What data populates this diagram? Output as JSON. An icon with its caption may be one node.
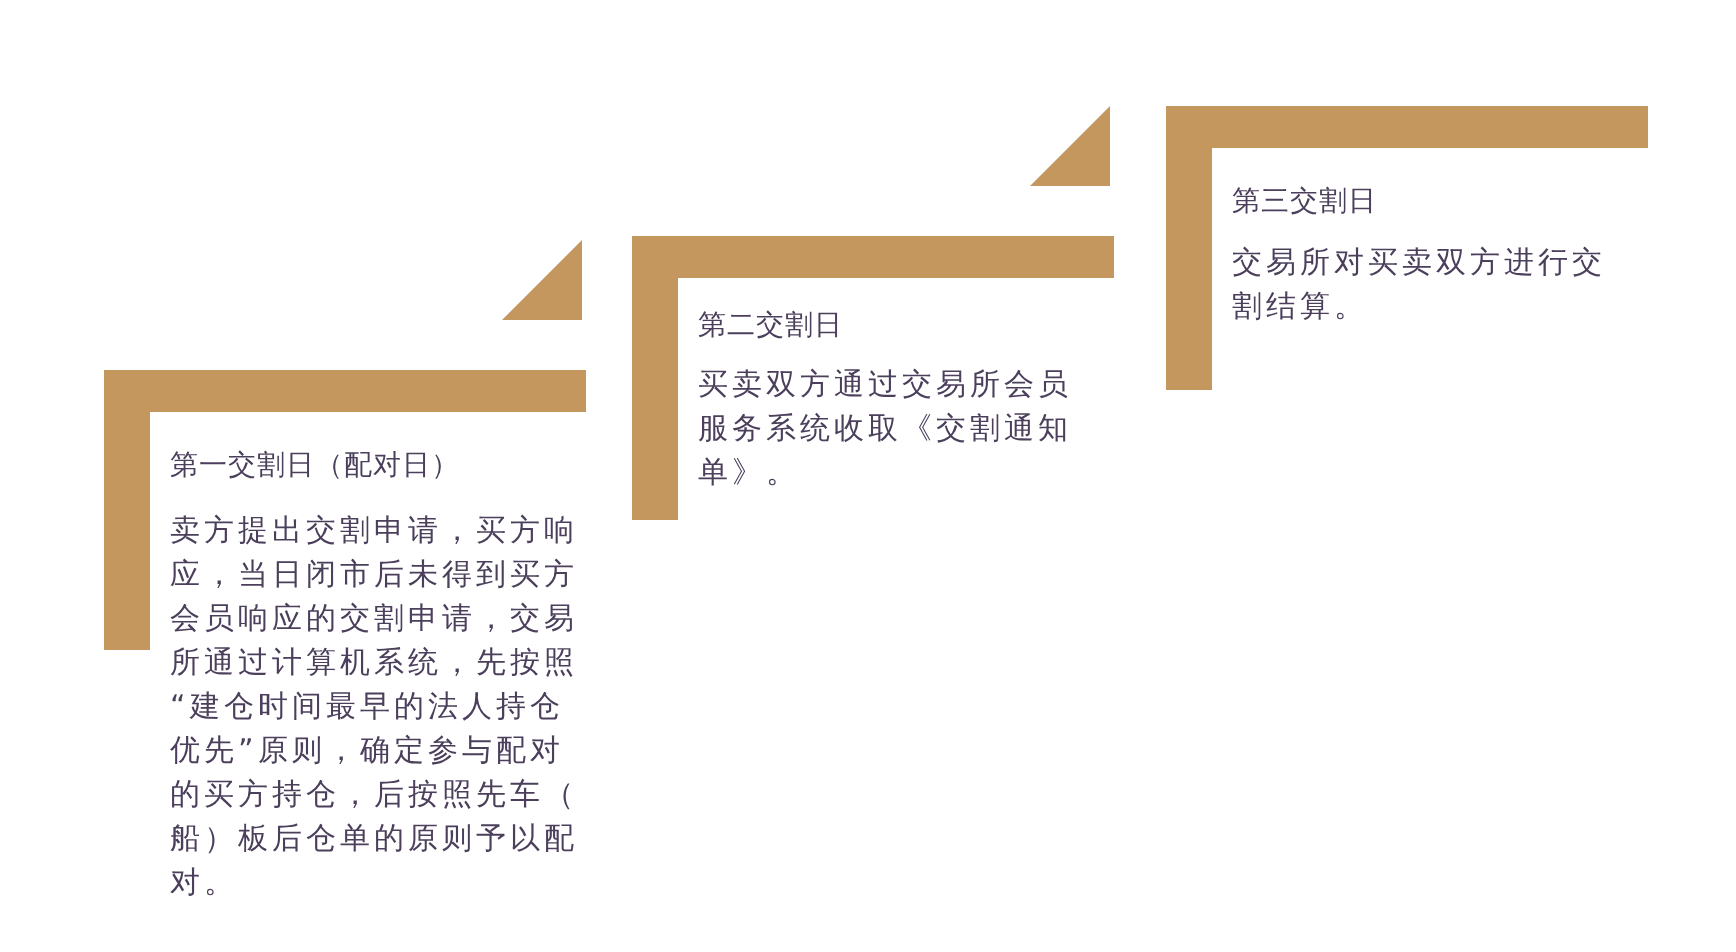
{
  "diagram": {
    "nodes": [
      {
        "text": [
          "第一交割日（配对日）",
          "卖方提出交割申请，买方响应，当日闭市后未得到买方会员响应的交割申请，交易所通过计算机系统，先按照“建仓时间最早的法人持仓优先”原则，确定参与配对的买方持仓，后按照先车（船）板后仓单的原则予以配对。"
        ]
      },
      {
        "text": [
          "第二交割日",
          "买卖双方通过交易所会员服务系统收取《交割通知单》。"
        ]
      },
      {
        "text": [
          "第三交割日",
          "交易所对买卖双方进行交割结算。"
        ]
      }
    ]
  }
}
